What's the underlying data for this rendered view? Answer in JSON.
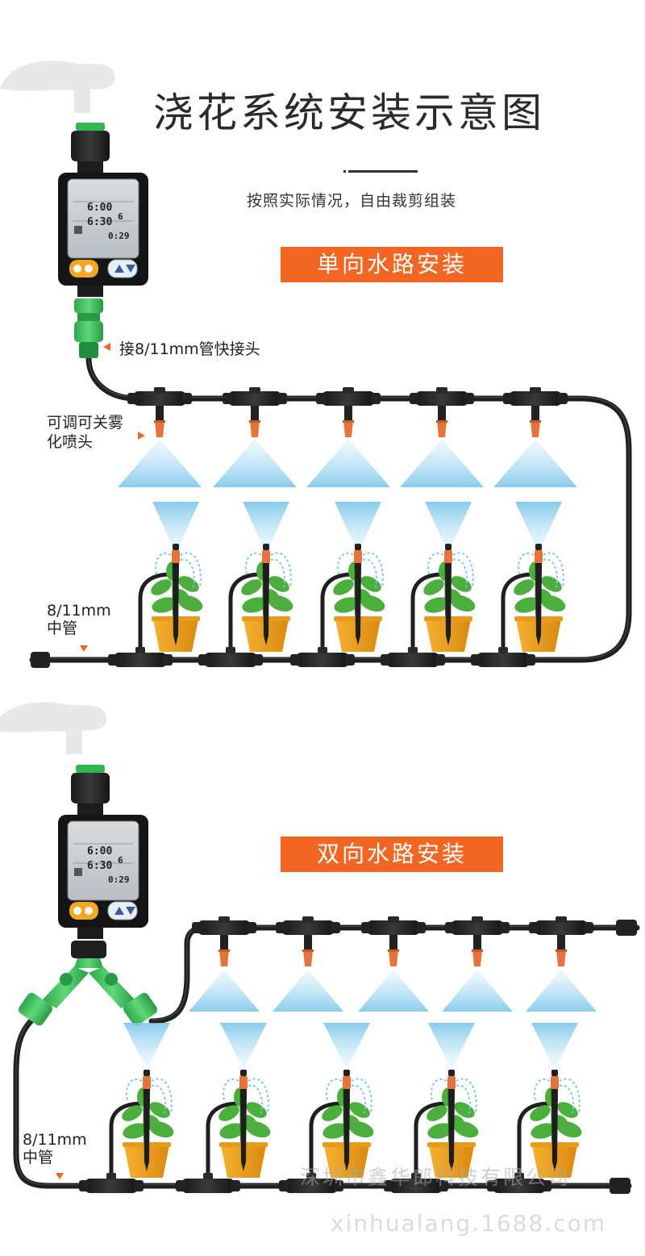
{
  "title": "浇花系统安装示意图",
  "subtitle": "按照实际情况，自由裁剪组装",
  "sections": {
    "single": {
      "label": "单向水路安装"
    },
    "double": {
      "label": "双向水路安装"
    }
  },
  "labels": {
    "quick_connector": "接8/11mm管快接头",
    "nozzle": "可调可关雾化喷头",
    "pipe_line1": "8/11mm",
    "pipe_line2": "中管"
  },
  "timer_display": {
    "time1": "6:00",
    "time2": "6:30",
    "time3": "0:29",
    "digit": "6"
  },
  "watermark": {
    "company": "深圳市鑫华郎科技有限公司",
    "site": "xinhualang.1688.com"
  },
  "colors": {
    "accent": "#f26522",
    "pipe": "#1f1f1f",
    "connector_green": "#3fbf5a",
    "mist_blue": "#9fd3ee",
    "pot": "#f0a020",
    "nozzle_tip": "#e8733a"
  }
}
